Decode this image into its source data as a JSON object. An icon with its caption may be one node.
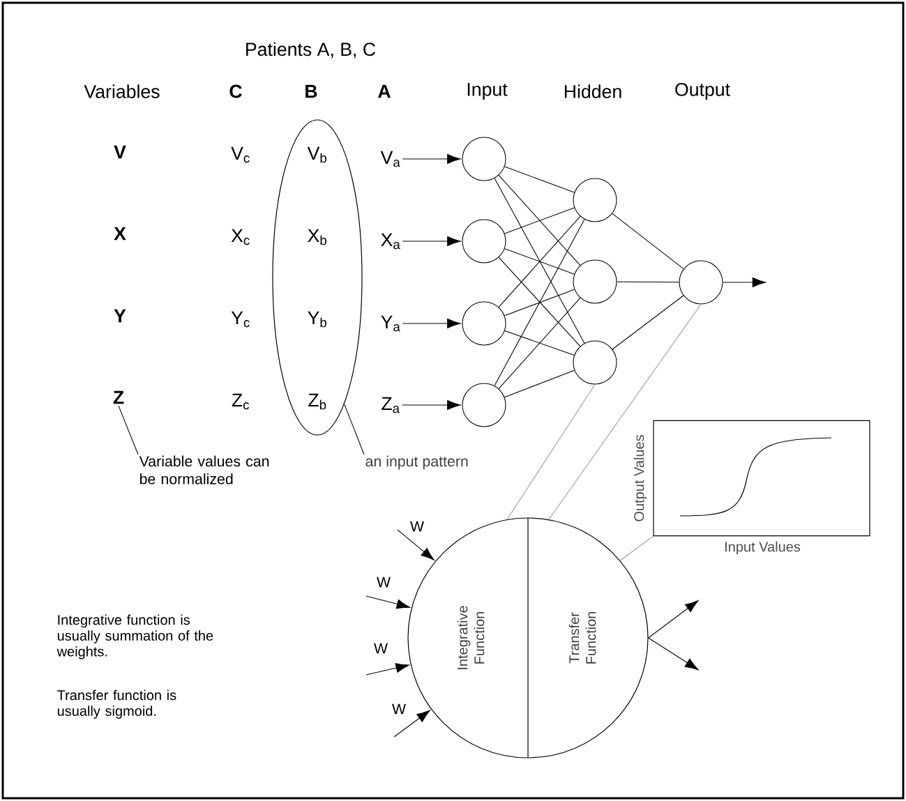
{
  "diagram": {
    "nodes": [
      {
        "text": [
          "V$_{b}$",
          "X$_{b}$",
          "Y$_{b}$",
          "Z$_{b}$"
        ]
      },
      {
        "text": [
          "V$_{a}$"
        ]
      },
      {
        "text": [
          "X$_{a}$"
        ]
      },
      {
        "text": [
          "Y$_{a}$"
        ]
      },
      {
        "text": [
          "Z$_{a}$"
        ]
      },
      {
        "text": [],
        "shape": "circle"
      },
      {
        "text": [],
        "shape": "circle"
      },
      {
        "text": [],
        "shape": "circle"
      },
      {
        "text": [],
        "shape": "circle"
      },
      {
        "text": [],
        "shape": "circle"
      },
      {
        "text": [],
        "shape": "circle"
      },
      {
        "text": [],
        "shape": "circle"
      },
      {
        "text": [],
        "shape": "circle"
      },
      {
        "text": [
          "Z"
        ]
      },
      {
        "text": [
          "Variable values can be normalized"
        ]
      },
      {
        "text": [
          "an input pattern"
        ]
      },
      {
        "text": [
          "Output Values",
          "Input Values"
        ]
      },
      {
        "text": [
          "Integrative Function",
          "Transfer Function"
        ]
      }
    ],
    "edges": [
      {
        "from": 1,
        "to": 5,
        "arrow": "to"
      },
      {
        "from": 2,
        "to": 6,
        "arrow": "to"
      },
      {
        "from": 3,
        "to": 7,
        "arrow": "to"
      },
      {
        "from": 4,
        "to": 8,
        "arrow": "to"
      },
      {
        "from": 5,
        "to": 9,
        "arrow": "none"
      },
      {
        "from": 5,
        "to": 10,
        "arrow": "none"
      },
      {
        "from": 5,
        "to": 11,
        "arrow": "none"
      },
      {
        "from": 6,
        "to": 9,
        "arrow": "none"
      },
      {
        "from": 6,
        "to": 10,
        "arrow": "none"
      },
      {
        "from": 6,
        "to": 11,
        "arrow": "none"
      },
      {
        "from": 7,
        "to": 9,
        "arrow": "none"
      },
      {
        "from": 7,
        "to": 10,
        "arrow": "none"
      },
      {
        "from": 7,
        "to": 11,
        "arrow": "none"
      },
      {
        "from": 8,
        "to": 9,
        "arrow": "none"
      },
      {
        "from": 8,
        "to": 10,
        "arrow": "none"
      },
      {
        "from": 8,
        "to": 11,
        "arrow": "none"
      },
      {
        "from": 9,
        "to": 12,
        "arrow": "none"
      },
      {
        "from": 10,
        "to": 12,
        "arrow": "none"
      },
      {
        "from": 11,
        "to": 12,
        "arrow": "none"
      },
      {
        "from": 12,
        "to": null,
        "arrow": "to"
      },
      {
        "from": 14,
        "to": 13,
        "arrow": "none"
      },
      {
        "from": 15,
        "to": 0,
        "arrow": "none"
      },
      {
        "from": 11,
        "to": 17,
        "arrow": "none",
        "color": "#999999"
      },
      {
        "from": 12,
        "to": 17,
        "arrow": "none",
        "color": "#999999"
      },
      {
        "from": 16,
        "to": 17,
        "arrow": "none",
        "color": "#999999"
      },
      {
        "from": null,
        "to": 17,
        "arrow": "to",
        "label": "W"
      },
      {
        "from": null,
        "to": 17,
        "arrow": "to",
        "label": "W"
      },
      {
        "from": null,
        "to": 17,
        "arrow": "to",
        "label": "W"
      },
      {
        "from": null,
        "to": 17,
        "arrow": "to",
        "label": "W"
      },
      {
        "from": 17,
        "to": null,
        "arrow": "to"
      },
      {
        "from": 17,
        "to": null,
        "arrow": "to"
      }
    ],
    "labels": [
      "Patients A, B, C",
      "Variables",
      "C",
      "B",
      "A",
      "Input",
      "Hidden",
      "Output",
      "V",
      "V$_{c}$",
      "X",
      "X$_{c}$",
      "Y",
      "Y$_{c}$",
      "Z$_{c}$",
      "Integrative function is usually summation of the weights.",
      "Transfer function is usually sigmoid."
    ]
  }
}
